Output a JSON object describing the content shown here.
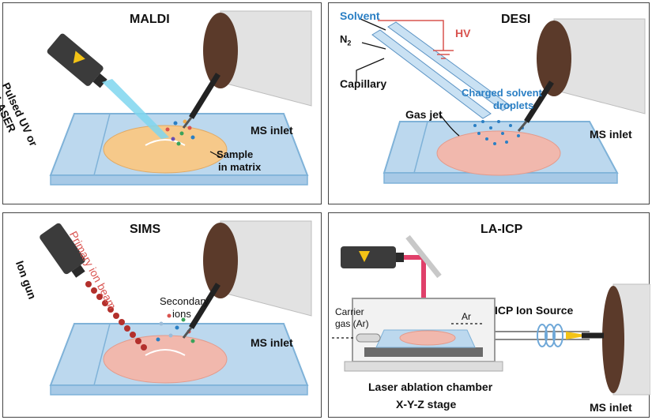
{
  "panels": {
    "maldi": {
      "title": "MALDI",
      "laser_label_1": "Pulsed UV or",
      "laser_label_2": "IR LASER",
      "sample_1": "Sample",
      "sample_2": "in matrix",
      "ms_inlet": "MS inlet"
    },
    "desi": {
      "title": "DESI",
      "solvent": "Solvent",
      "hv": "HV",
      "n2": "N",
      "n2_sub": "2",
      "capillary": "Capillary",
      "charged_1": "Charged solvent",
      "charged_2": "droplets",
      "gas_jet": "Gas jet",
      "ms_inlet": "MS inlet"
    },
    "sims": {
      "title": "SIMS",
      "primary_beam": "Primary ion beam",
      "ion_gun": "Ion gun",
      "secondary_1": "Secondary",
      "secondary_2": "ions",
      "ms_inlet": "MS inlet"
    },
    "laicp": {
      "title": "LA-ICP",
      "carrier_1": "Carrier",
      "carrier_2": "gas (Ar)",
      "ar": "Ar",
      "icp": "ICP Ion Source",
      "chamber": "Laser ablation chamber",
      "stage": "X-Y-Z stage",
      "ms_inlet": "MS inlet"
    }
  },
  "colors": {
    "slide": "#bcd8ee",
    "slide_edge": "#7fb2d8",
    "maldi_tissue": "#f6c98a",
    "tissue": "#f1b8ad",
    "cylinder": "#e2e2e2",
    "cylinder_face": "#5b3a2a",
    "laser_beam": "#7fd6ee",
    "la_beam": "#e0406a",
    "ion_beam": "#b3302c"
  }
}
